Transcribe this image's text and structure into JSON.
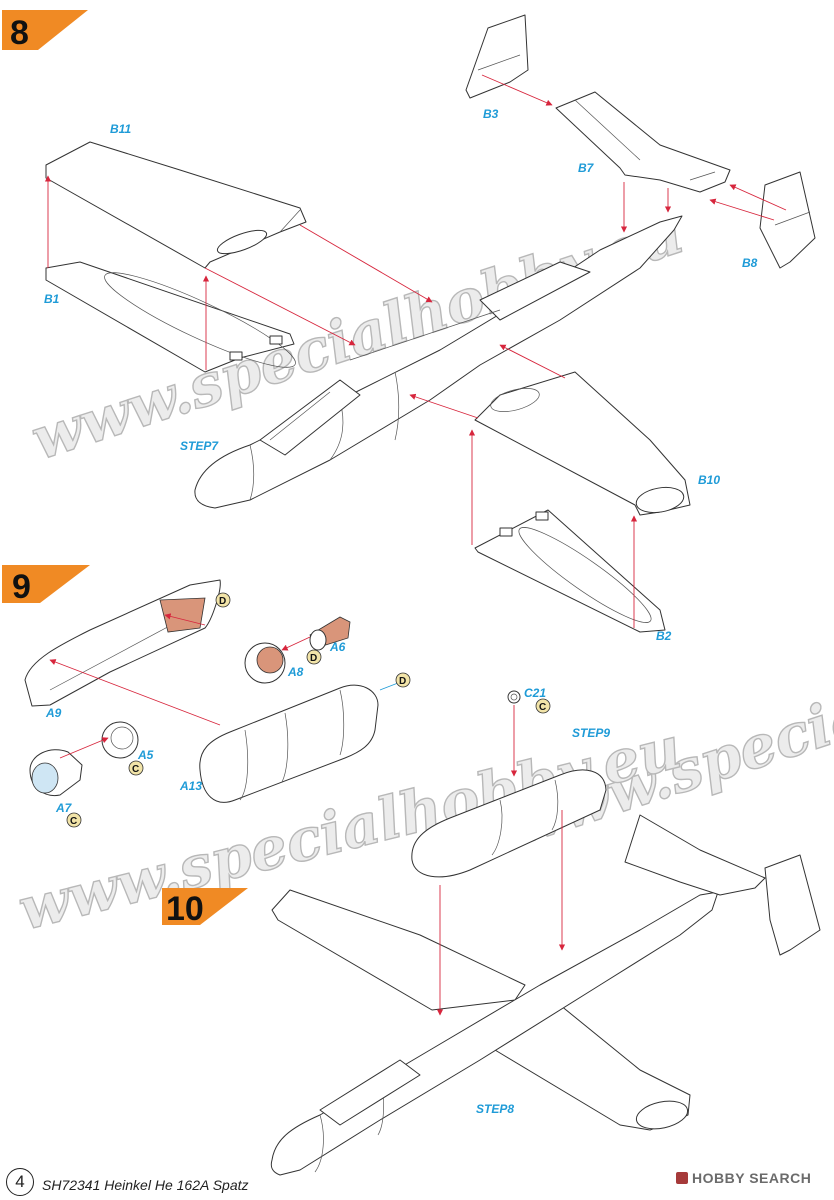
{
  "steps": [
    {
      "number": "8",
      "label": "STEP7"
    },
    {
      "number": "9",
      "label": "STEP9"
    },
    {
      "number": "10",
      "label": "STEP8"
    }
  ],
  "parts": {
    "b11": "B11",
    "b1": "B1",
    "b3": "B3",
    "b7": "B7",
    "b8": "B8",
    "b10": "B10",
    "b2": "B2",
    "a9": "A9",
    "a6": "A6",
    "a8": "A8",
    "a5": "A5",
    "a7": "A7",
    "a13": "A13",
    "c21": "C21"
  },
  "paint_codes": {
    "d": "D",
    "c": "C"
  },
  "watermark": "www.specialhobby.eu",
  "footer": {
    "page_number": "4",
    "title": "SH72341 Heinkel He 162A Spatz",
    "logo": "HOBBY SEARCH"
  },
  "colors": {
    "step_badge": "#f08a24",
    "part_label": "#1f9bd7",
    "arrow": "#d7263d",
    "copper": "#d9957a"
  }
}
